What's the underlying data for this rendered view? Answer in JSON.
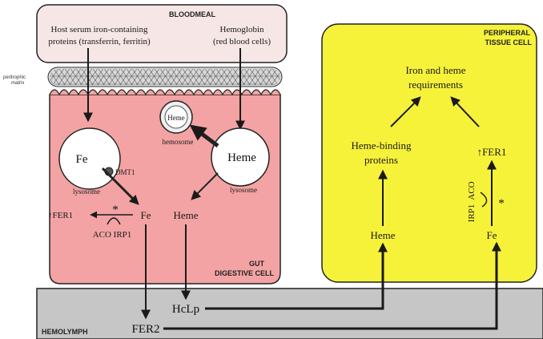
{
  "bloodmeal": {
    "title": "BLOODMEAL",
    "left_text_1": "Host serum iron-containing",
    "left_text_2": "proteins (transferrin, ferritin)",
    "right_text_1": "Hemoglobin",
    "right_text_2": "(red blood cells)"
  },
  "peritrophic_label_1": "peritrophic",
  "peritrophic_label_2": "matrix",
  "gut": {
    "title_1": "GUT",
    "title_2": "DIGESTIVE CELL",
    "fe_lysosome": "Fe",
    "dmt1": "DMT1",
    "lysosome_left": "lysosome",
    "heme_small": "Heme",
    "hemosome": "hemosome",
    "heme_lysosome": "Heme",
    "lysosome_right": "lysosome",
    "fer1": "↑FER1",
    "fe": "Fe",
    "aco_irp1": "ACO IRP1",
    "heme_cyto": "Heme",
    "asterisk": "*"
  },
  "peripheral": {
    "title_1": "PERIPHERAL",
    "title_2": "TISSUE CELL",
    "requirements_1": "Iron and heme",
    "requirements_2": "requirements",
    "heme_binding_1": "Heme-binding",
    "heme_binding_2": "proteins",
    "fer1": "↑FER1",
    "aco": "ACO",
    "irp1": "IRP1",
    "asterisk": "*",
    "heme": "Heme",
    "fe": "Fe"
  },
  "hemolymph": {
    "title": "HEMOLYMPH",
    "hclp": "HcLp",
    "fer2": "FER2"
  },
  "colors": {
    "bloodmeal_fill": "#f6e6e6",
    "gut_fill": "#f3a3a3",
    "peripheral_fill": "#f6f23a",
    "hemolymph_fill": "#c6c6c6",
    "matrix_fill": "#d8d8d8"
  }
}
